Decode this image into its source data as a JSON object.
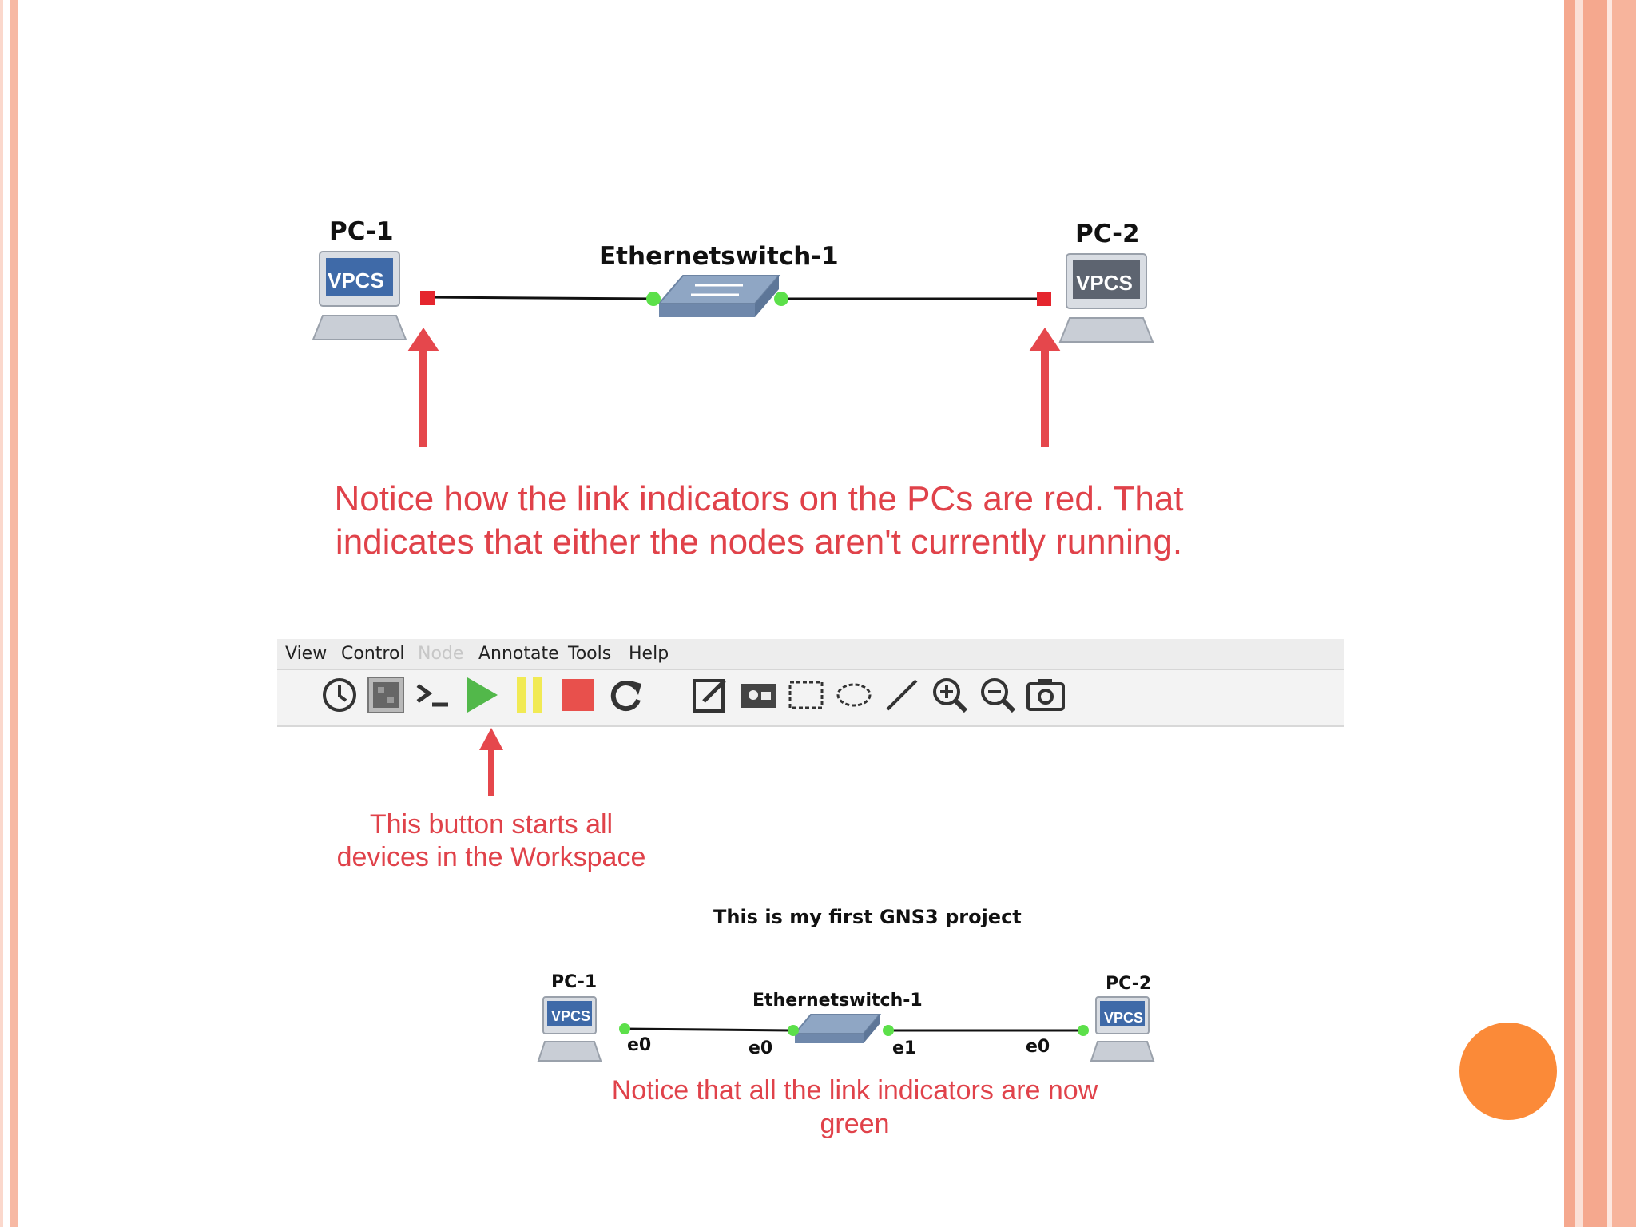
{
  "diagram_top": {
    "pc1_label": "PC-1",
    "pc2_label": "PC-2",
    "switch_label": "Ethernetswitch-1",
    "pc_screen_text": "VPCS",
    "note_line1": "Notice how the link indicators on the PCs are red. That",
    "note_line2": "indicates that either the nodes aren't currently running."
  },
  "toolbar": {
    "menu": [
      "View",
      "Control",
      "Node",
      "Annotate",
      "Tools",
      "Help"
    ],
    "icons": [
      "clock-icon",
      "grid-icon",
      "console-icon",
      "start-all-icon",
      "suspend-all-icon",
      "stop-all-icon",
      "reload-icon",
      "note-icon",
      "image-icon",
      "rectangle-icon",
      "ellipse-icon",
      "line-icon",
      "zoom-in-icon",
      "zoom-out-icon",
      "screenshot-icon"
    ]
  },
  "start_note": {
    "line1": "This button starts all",
    "line2": "devices in the Workspace"
  },
  "diagram_bottom": {
    "title": "This is my first GNS3 project",
    "pc1_label": "PC-1",
    "pc2_label": "PC-2",
    "switch_label": "Ethernetswitch-1",
    "pc_screen_text": "VPCS",
    "ports": [
      "e0",
      "e0",
      "e1",
      "e0"
    ],
    "note_line1": "Notice that all the link indicators are now",
    "note_line2": "green"
  },
  "colors": {
    "link_down": "#e5262e",
    "link_up": "#5ce04a",
    "annotation_red": "#e0424a",
    "accent_orange": "#fb8a38"
  }
}
